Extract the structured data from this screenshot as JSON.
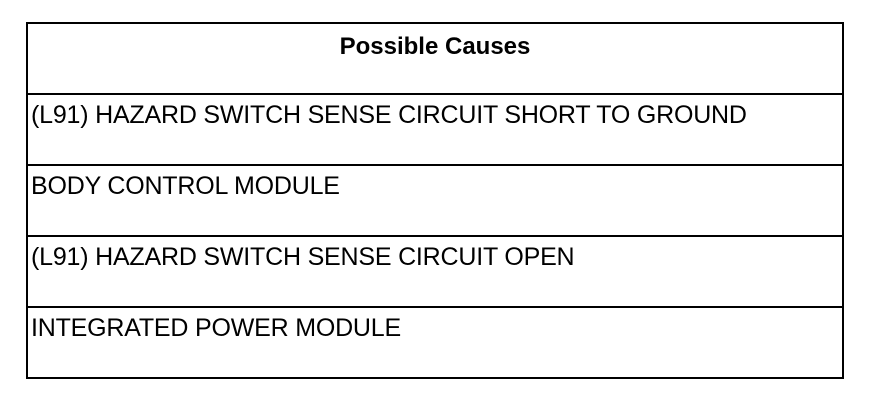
{
  "table": {
    "header": "Possible Causes",
    "rows": [
      "(L91) HAZARD SWITCH SENSE CIRCUIT SHORT TO GROUND",
      "BODY CONTROL MODULE",
      "(L91) HAZARD SWITCH SENSE CIRCUIT OPEN",
      "INTEGRATED POWER MODULE"
    ]
  }
}
